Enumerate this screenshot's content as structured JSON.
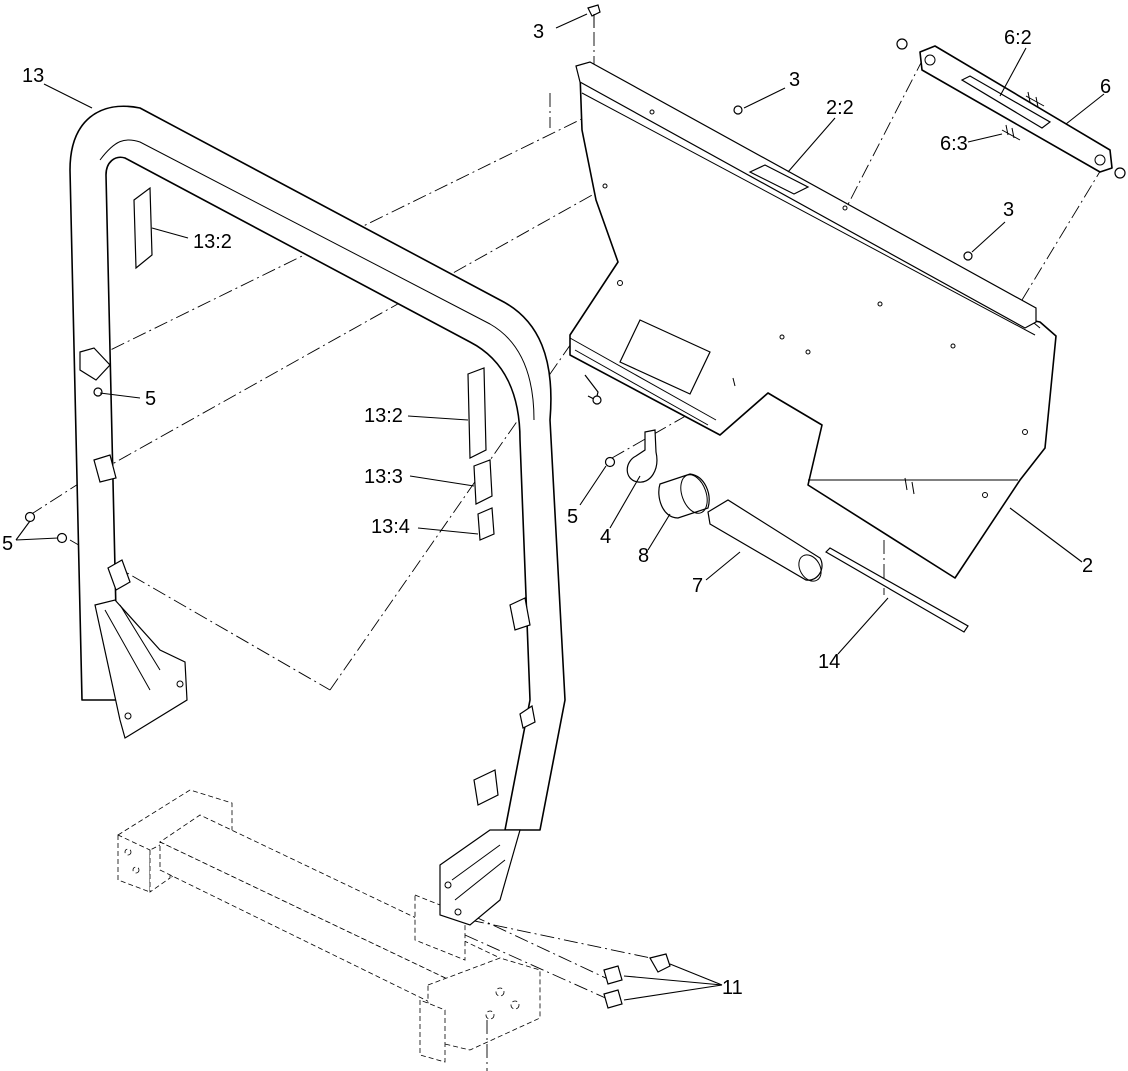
{
  "callouts": {
    "c1": "3",
    "c2": "6:2",
    "c3": "6",
    "c4": "13",
    "c5": "3",
    "c6": "2:2",
    "c7": "6:3",
    "c8": "3",
    "c9": "13:2",
    "c10": "5",
    "c11": "13:2",
    "c12": "13:3",
    "c13": "5",
    "c14": "5",
    "c15": "13:4",
    "c16": "4",
    "c17": "8",
    "c18": "2",
    "c19": "7",
    "c20": "14",
    "c21": "11"
  }
}
